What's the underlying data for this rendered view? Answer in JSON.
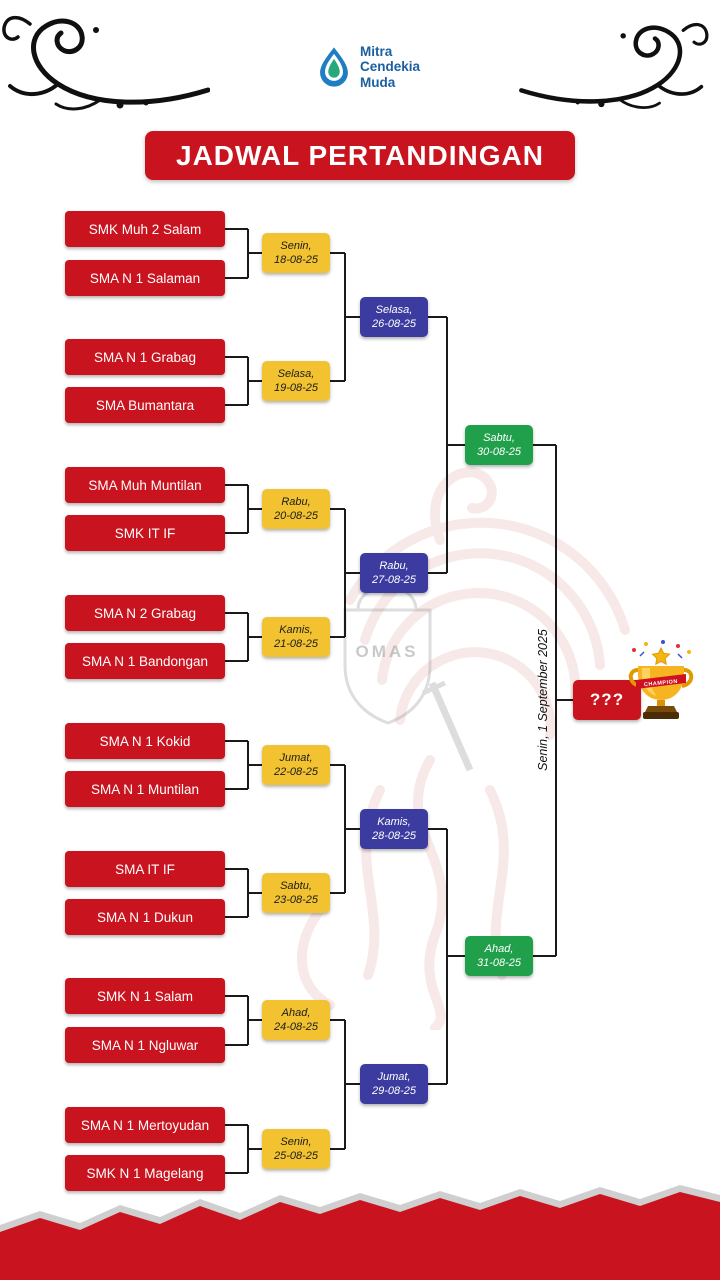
{
  "colors": {
    "red": "#C9131E",
    "yellow": "#F2C230",
    "blue": "#3B3BA0",
    "green": "#21A04B",
    "logo_blue": "#1B5FA0"
  },
  "header": {
    "logo_lines": [
      "Mitra",
      "Cendekia",
      "Muda"
    ],
    "title": "JADWAL PERTANDINGAN"
  },
  "bracket": {
    "teams": [
      "SMK Muh 2 Salam",
      "SMA N 1 Salaman",
      "SMA N 1 Grabag",
      "SMA Bumantara",
      "SMA Muh Muntilan",
      "SMK IT IF",
      "SMA N 2 Grabag",
      "SMA N 1 Bandongan",
      "SMA N 1 Kokid",
      "SMA N 1 Muntilan",
      "SMA IT IF",
      "SMA N 1 Dukun",
      "SMK N 1 Salam",
      "SMA N 1 Ngluwar",
      "SMA N 1 Mertoyudan",
      "SMK N 1 Magelang"
    ],
    "round1": [
      {
        "day": "Senin,",
        "date": "18-08-25"
      },
      {
        "day": "Selasa,",
        "date": "19-08-25"
      },
      {
        "day": "Rabu,",
        "date": "20-08-25"
      },
      {
        "day": "Kamis,",
        "date": "21-08-25"
      },
      {
        "day": "Jumat,",
        "date": "22-08-25"
      },
      {
        "day": "Sabtu,",
        "date": "23-08-25"
      },
      {
        "day": "Ahad,",
        "date": "24-08-25"
      },
      {
        "day": "Senin,",
        "date": "25-08-25"
      }
    ],
    "round2": [
      {
        "day": "Selasa,",
        "date": "26-08-25"
      },
      {
        "day": "Rabu,",
        "date": "27-08-25"
      },
      {
        "day": "Kamis,",
        "date": "28-08-25"
      },
      {
        "day": "Jumat,",
        "date": "29-08-25"
      }
    ],
    "semifinal": [
      {
        "day": "Sabtu,",
        "date": "30-08-25"
      },
      {
        "day": "Ahad,",
        "date": "31-08-25"
      }
    ],
    "final": {
      "winner_label": "???",
      "date": "Senin, 1 September 2025"
    }
  },
  "trophy": {
    "ribbon_text": "CHAMPION"
  },
  "watermark": {
    "shield_text": "OMAS"
  }
}
